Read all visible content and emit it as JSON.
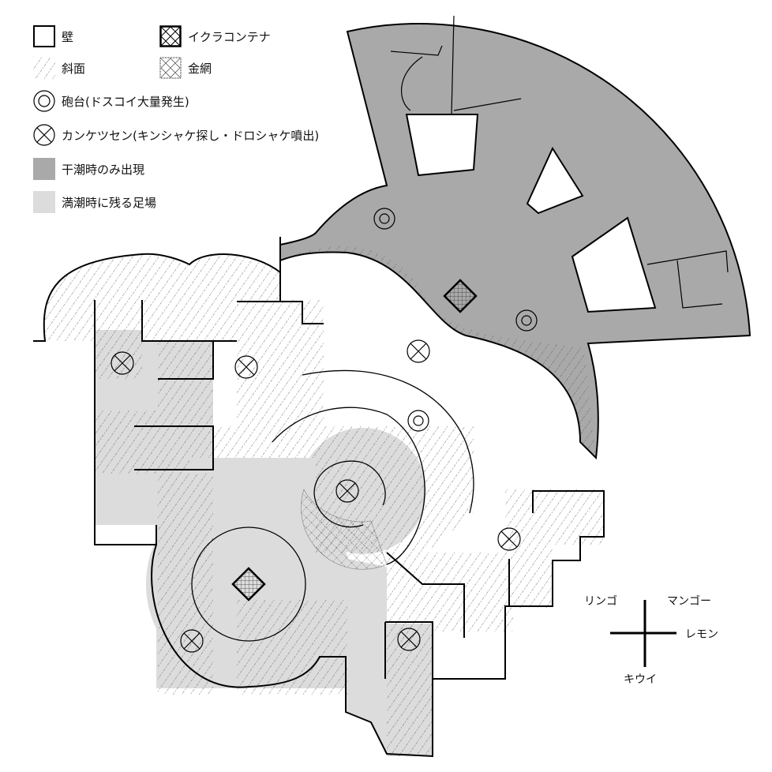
{
  "legend": {
    "wall": "壁",
    "slope": "斜面",
    "egg_container": "イクラコンテナ",
    "wire_mesh": "金網",
    "cannon": "砲台(ドスコイ大量発生)",
    "geyser": "カンケツセン(キンシャケ探し・ドロシャケ噴出)",
    "low_tide_only": "干潮時のみ出現",
    "high_tide_footing": "満潮時に残る足場"
  },
  "compass": {
    "top_left": "リンゴ",
    "top_right": "マンゴー",
    "right": "レモン",
    "bottom": "キウイ"
  },
  "colors": {
    "low_tide": "#a9a9a9",
    "high_tide": "#dcdcdc",
    "wall": "#000000"
  }
}
